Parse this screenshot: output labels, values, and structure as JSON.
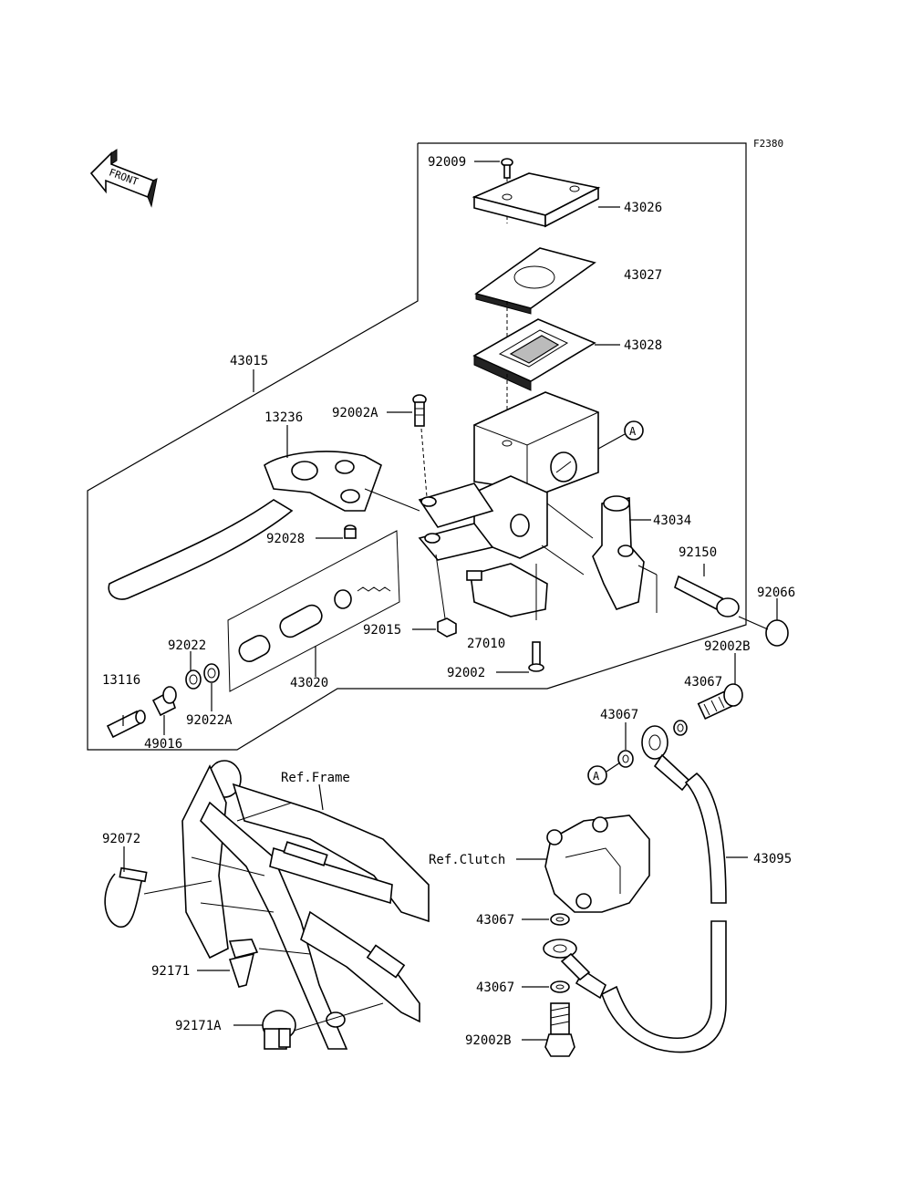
{
  "diagram_code": "F2380",
  "front_arrow_text": "FRONT",
  "ref_labels": {
    "frame": "Ref.Frame",
    "clutch": "Ref.Clutch"
  },
  "circle_marker": "A",
  "parts": {
    "p92009": "92009",
    "p43026": "43026",
    "p43027": "43027",
    "p43028": "43028",
    "p43015": "43015",
    "p92002A": "92002A",
    "p13236": "13236",
    "p43034": "43034",
    "p92150": "92150",
    "p92066": "92066",
    "p92028": "92028",
    "p92015": "92015",
    "p27010": "27010",
    "p92002": "92002",
    "p92022": "92022",
    "p92022A": "92022A",
    "p13116": "13116",
    "p49016": "49016",
    "p43020": "43020",
    "p92002B_top": "92002B",
    "p43067_a": "43067",
    "p43067_b": "43067",
    "p92072": "92072",
    "p43095": "43095",
    "p43067_c": "43067",
    "p43067_d": "43067",
    "p92002B_bot": "92002B",
    "p92171": "92171",
    "p92171A": "92171A"
  }
}
